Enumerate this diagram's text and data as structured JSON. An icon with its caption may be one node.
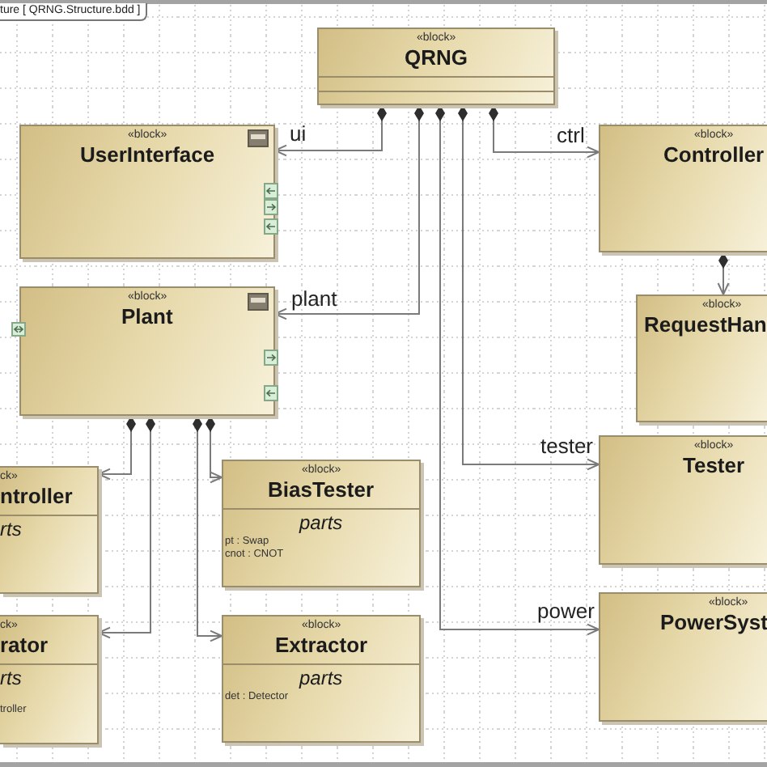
{
  "diagram": {
    "nodes": [
      {
        "text": [
          "«block»",
          "QRNG"
        ]
      },
      {
        "text": [
          "«block»",
          "UserInterface"
        ]
      },
      {
        "text": [
          "«block»",
          "Controller"
        ]
      },
      {
        "text": [
          "«block»",
          "Plant"
        ]
      },
      {
        "text": [
          "«block»",
          "RequestHan"
        ]
      },
      {
        "text": [
          "ck»",
          "ntroller",
          "rts"
        ]
      },
      {
        "text": [
          "«block»",
          "BiasTester",
          "parts",
          "pt : Swap",
          "cnot : CNOT"
        ]
      },
      {
        "text": [
          "«block»",
          "Tester"
        ]
      },
      {
        "text": [
          "ck»",
          "rator",
          "rts",
          "troller"
        ]
      },
      {
        "text": [
          "«block»",
          "Extractor",
          "parts",
          "det : Detector"
        ]
      },
      {
        "text": [
          "«block»",
          "PowerSyst"
        ]
      }
    ],
    "edges": [
      {
        "from": 0,
        "to": 1,
        "arrow": "to",
        "label": "ui"
      },
      {
        "from": 0,
        "to": 3,
        "arrow": "to",
        "label": "plant"
      },
      {
        "from": 0,
        "to": 10,
        "arrow": "to",
        "label": "power"
      },
      {
        "from": 0,
        "to": 7,
        "arrow": "to",
        "label": "tester"
      },
      {
        "from": 0,
        "to": 2,
        "arrow": "to",
        "label": "ctrl"
      },
      {
        "from": 2,
        "to": 4,
        "arrow": "to"
      },
      {
        "from": 3,
        "to": 5,
        "arrow": "to"
      },
      {
        "from": 3,
        "to": 8,
        "arrow": "to"
      },
      {
        "from": 3,
        "to": 9,
        "arrow": "to"
      },
      {
        "from": 3,
        "to": 6,
        "arrow": "to"
      }
    ],
    "labels": [
      "ture [ QRNG.Structure.bdd ]"
    ]
  }
}
